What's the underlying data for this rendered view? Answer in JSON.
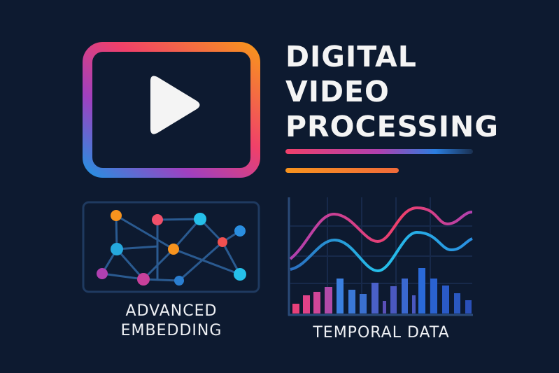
{
  "title": {
    "line1": "DIGITAL",
    "line2": "VIDEO",
    "line3": "PROCESSING"
  },
  "labels": {
    "embedding_line1": "ADVANCED",
    "embedding_line2": "EMBEDDING",
    "temporal": "TEMPORAL DATA"
  },
  "colors": {
    "background": "#0d1a30",
    "pink": "#f0406a",
    "orange": "#f7931e",
    "purple": "#b040b0",
    "blue": "#2a7ee0",
    "cyan": "#25c0ea",
    "panel_border": "#1f3a60"
  },
  "icons": [
    "play-button-icon",
    "network-graph-icon",
    "line-bar-chart-icon"
  ],
  "bar_levels": [
    14,
    26,
    31,
    38,
    50,
    34,
    28,
    44,
    18,
    39,
    50,
    26,
    65,
    50,
    40,
    29,
    19
  ]
}
